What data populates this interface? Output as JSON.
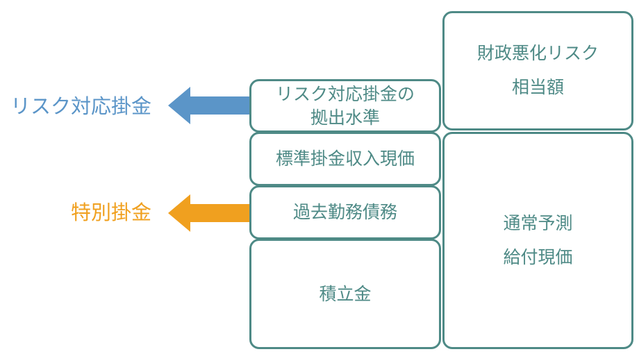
{
  "colors": {
    "box_border": "#4e8a86",
    "box_text": "#4e8a86",
    "risk_arrow": "#5b95c8",
    "special_arrow": "#f0a01f"
  },
  "left_labels": {
    "risk": "リスク対応掛金",
    "special": "特別掛金"
  },
  "left_column": {
    "risk_level": [
      "リスク対応掛金の",
      "拠出水準"
    ],
    "standard_income": "標準掛金収入現価",
    "past_service": "過去勤務債務",
    "reserve": "積立金"
  },
  "right_column": {
    "fiscal_risk": [
      "財政悪化リスク",
      "相当額"
    ],
    "expected_benefit": [
      "通常予測",
      "給付現価"
    ]
  }
}
